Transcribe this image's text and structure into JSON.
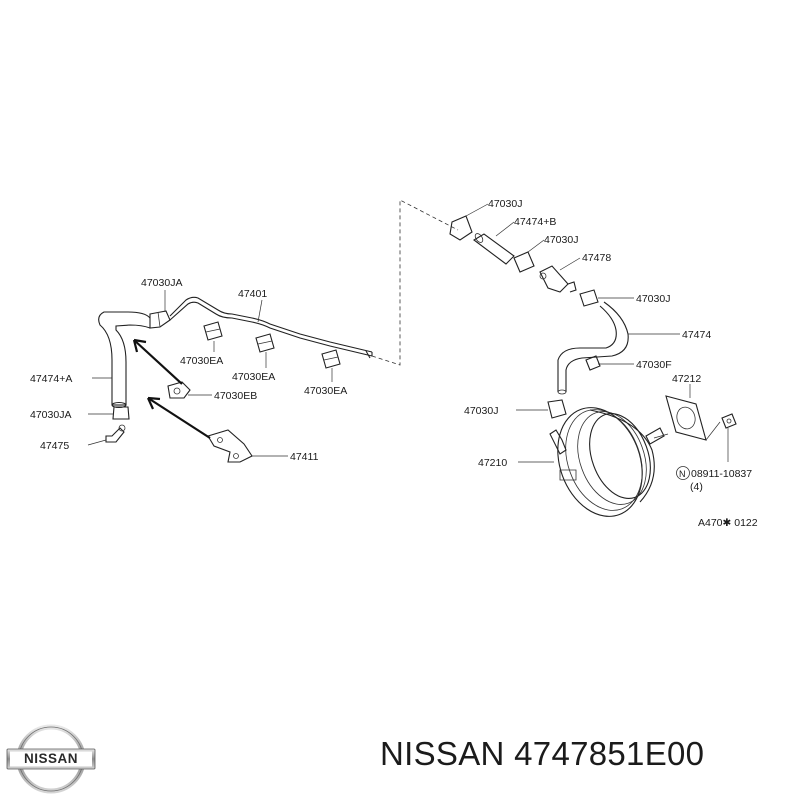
{
  "diagram": {
    "labels": {
      "47030JA_top": "47030JA",
      "47401": "47401",
      "47474A": "47474+A",
      "47030EA_1": "47030EA",
      "47030EA_2": "47030EA",
      "47030EA_3": "47030EA",
      "47030EB": "47030EB",
      "47030JA_left": "47030JA",
      "47475": "47475",
      "47411": "47411",
      "47030J_1": "47030J",
      "47474B": "47474+B",
      "47030J_2": "47030J",
      "47478": "47478",
      "47030J_3": "47030J",
      "47474": "47474",
      "47030F": "47030F",
      "47212": "47212",
      "47030J_4": "47030J",
      "47210": "47210",
      "bolt_num": "08911-10837",
      "bolt_mark": "N",
      "bolt_qty": "(4)",
      "ref": "A470✱ 0122"
    }
  },
  "brand": {
    "logo_text": "NISSAN",
    "part_title": "NISSAN 4747851E00"
  }
}
